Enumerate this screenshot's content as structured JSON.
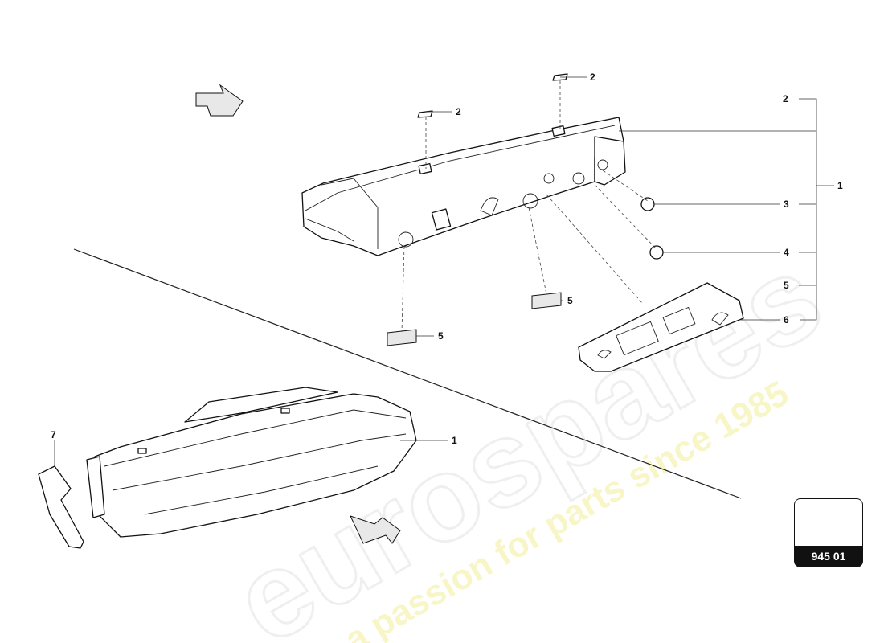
{
  "watermark": {
    "brand": "eurospares",
    "tagline": "a passion for parts since 1985"
  },
  "callouts": {
    "c2a": "2",
    "c2b": "2",
    "c2c": "2",
    "c1a": "1",
    "c3": "3",
    "c4": "4",
    "c5a": "5",
    "c6": "6",
    "c5b": "5",
    "c5c": "5",
    "c7": "7",
    "c1b": "1"
  },
  "reference": {
    "code": "945 01"
  }
}
